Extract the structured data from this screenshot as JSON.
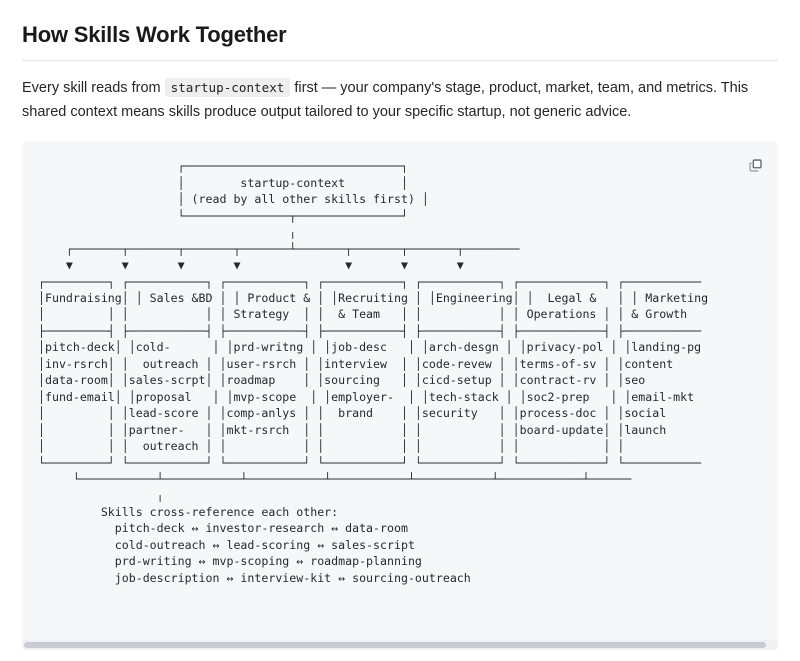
{
  "header": {
    "title": "How Skills Work Together"
  },
  "intro": {
    "before_code": "Every skill reads from",
    "code_chip": "startup-context",
    "after_code": "first — your company's stage, product, market, team, and metrics. This shared context means skills produce output tailored to your specific startup, not generic advice."
  },
  "code_block": {
    "copy_label": "Copy",
    "copy_icon": "copy-icon",
    "scrollbar": "horizontal-scrollbar",
    "root_node": {
      "title": "startup-context",
      "subtitle": "(read by all other skills first)"
    },
    "columns": [
      {
        "title_line1": "Fundraising",
        "title_line2": "",
        "items": [
          "pitch-deck",
          "inv-rsrch",
          "data-room",
          "fund-email"
        ]
      },
      {
        "title_line1": "Sales &BD",
        "title_line2": "",
        "items": [
          "cold-",
          "  outreach",
          "sales-scrpt",
          "proposal",
          "lead-score",
          "partner-",
          "  outreach"
        ]
      },
      {
        "title_line1": "Product &",
        "title_line2": "Strategy",
        "items": [
          "prd-writng",
          "user-rsrch",
          "roadmap",
          "mvp-scope",
          "comp-anlys",
          "mkt-rsrch"
        ]
      },
      {
        "title_line1": "Recruiting",
        "title_line2": "& Team",
        "items": [
          "job-desc",
          "interview",
          "sourcing",
          "employer-",
          "  brand"
        ]
      },
      {
        "title_line1": "Engineering",
        "title_line2": "",
        "items": [
          "arch-desgn",
          "code-revew",
          "cicd-setup",
          "tech-stack",
          "security"
        ]
      },
      {
        "title_line1": "Legal &",
        "title_line2": "Operations",
        "items": [
          "privacy-pol",
          "terms-of-sv",
          "contract-rv",
          "soc2-prep",
          "process-doc",
          "board-update"
        ]
      },
      {
        "title_line1": "Marketing",
        "title_line2": "& Growth",
        "items": [
          "landing-pg",
          "content",
          "seo",
          "email-mkt",
          "social",
          "launch"
        ]
      }
    ],
    "footer": {
      "heading": "Skills cross-reference each other:",
      "lines": [
        "pitch-deck ↔ investor-research ↔ data-room",
        "cold-outreach ↔ lead-scoring ↔ sales-script",
        "prd-writing ↔ mvp-scoping ↔ roadmap-planning",
        "job-description ↔ interview-kit ↔ sourcing-outreach"
      ]
    },
    "ascii": "                    ┌───────────────────────────────┐\n                    │        startup-context        │\n                    │ (read by all other skills first) │\n                    └───────────────┬───────────────┘\n                                    ╷\n    ┌───────┬───────┬───────┬───────┴───────┬───────┬───────┬────────\n    ▼       ▼       ▼       ▼               ▼       ▼       ▼\n┌─────────┐ ┌───────────┐ ┌───────────┐ ┌───────────┐ ┌───────────┐ ┌────────────┐ ┌───────────\n│Fundraising│ │ Sales &BD │ │ Product & │ │Recruiting │ │Engineering│ │  Legal &   │ │ Marketing\n│         │ │           │ │ Strategy  │ │  & Team   │ │           │ │ Operations │ │ & Growth\n├─────────┤ ├───────────┤ ├───────────┤ ├───────────┤ ├───────────┤ ├────────────┤ ├───────────\n│pitch-deck│ │cold-      │ │prd-writng │ │job-desc   │ │arch-desgn │ │privacy-pol │ │landing-pg\n│inv-rsrch│ │  outreach │ │user-rsrch │ │interview  │ │code-revew │ │terms-of-sv │ │content\n│data-room│ │sales-scrpt│ │roadmap    │ │sourcing   │ │cicd-setup │ │contract-rv │ │seo\n│fund-email│ │proposal   │ │mvp-scope  │ │employer-  │ │tech-stack │ │soc2-prep   │ │email-mkt\n│         │ │lead-score │ │comp-anlys │ │  brand    │ │security   │ │process-doc │ │social\n│         │ │partner-   │ │mkt-rsrch  │ │           │ │           │ │board-update│ │launch\n│         │ │  outreach │ │           │ │           │ │           │ │            │ │\n└─────────┘ └───────────┘ └───────────┘ └───────────┘ └───────────┘ └────────────┘ └───────────\n     └───────────┴───────────┴───────────┴───────────┴───────────┴────────────┴──────\n                 ╷\n         Skills cross-reference each other:\n           pitch-deck ↔ investor-research ↔ data-room\n           cold-outreach ↔ lead-scoring ↔ sales-script\n           prd-writing ↔ mvp-scoping ↔ roadmap-planning\n           job-description ↔ interview-kit ↔ sourcing-outreach"
  }
}
